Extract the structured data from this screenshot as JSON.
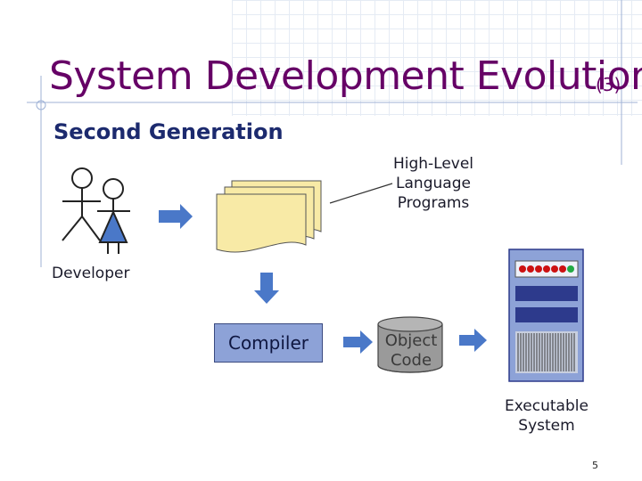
{
  "slide": {
    "title": "System Development Evolution",
    "title_num": "(3)",
    "subtitle": "Second Generation",
    "page_number": "5"
  },
  "labels": {
    "high_level": [
      "High-Level",
      "Language",
      "Programs"
    ],
    "developer": "Developer",
    "compiler": "Compiler",
    "object_code": [
      "Object",
      "Code"
    ],
    "executable": [
      "Executable",
      "System"
    ]
  },
  "colors": {
    "title": "#660066",
    "subtitle": "#1c2a6e",
    "arrow": "#4a78c8",
    "paper": "#f8eaa6",
    "compiler_box": "#8da2d7",
    "database": "#9a9a9a",
    "server_body": "#8da2d7",
    "server_dark": "#2d3a8c",
    "led_red": "#cc1111",
    "led_green": "#22aa44",
    "figure_dress": "#4a78c8"
  },
  "icons": [
    "developer-figure-icon",
    "documents-icon",
    "database-icon",
    "server-icon",
    "arrow-right-icon",
    "arrow-down-icon"
  ]
}
